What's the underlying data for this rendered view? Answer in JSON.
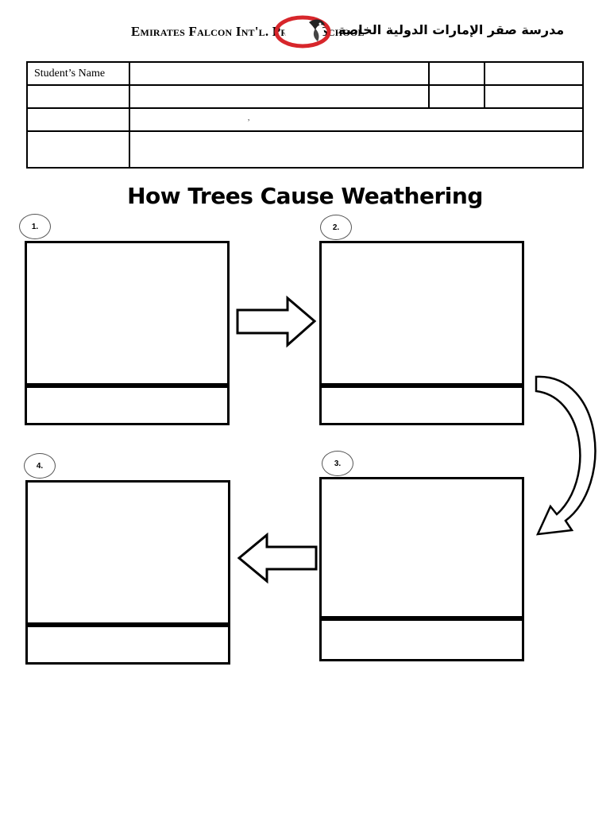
{
  "header": {
    "school_name_en": "Emirates Falcon Int'l. Private School",
    "school_name_ar": "مدرسة صقر الإمارات الدولية الخاصة"
  },
  "info_table": {
    "student_name_label": "Student’s Name",
    "row3_mark": ","
  },
  "worksheet": {
    "title": "How Trees Cause Weathering",
    "steps": [
      {
        "number": "1."
      },
      {
        "number": "2."
      },
      {
        "number": "3."
      },
      {
        "number": "4."
      }
    ]
  },
  "colors": {
    "ink": "#000000",
    "logo_red": "#d7262b",
    "paper": "#ffffff"
  }
}
